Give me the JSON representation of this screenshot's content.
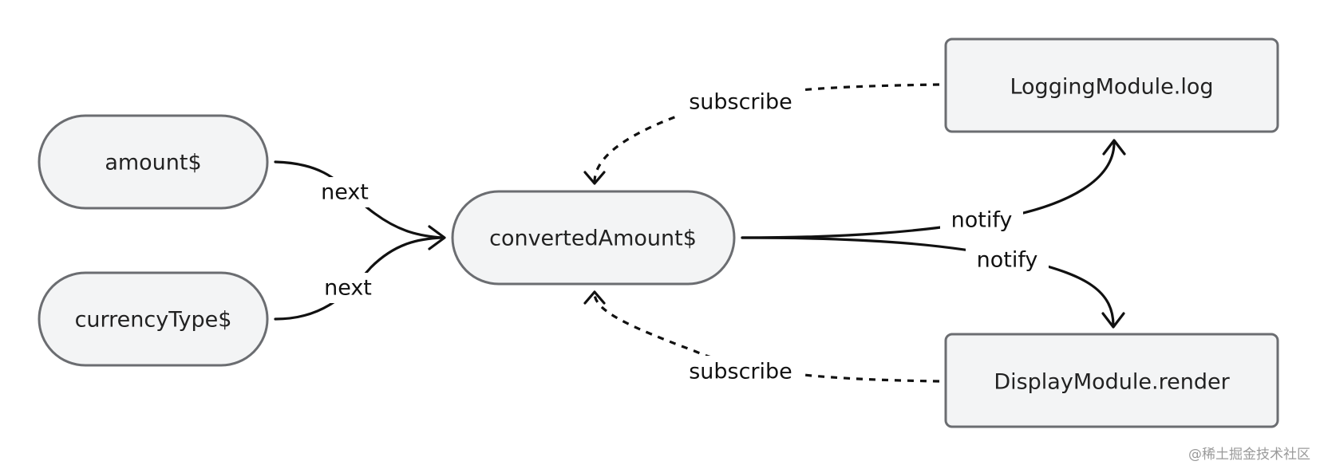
{
  "nodes": {
    "amount": "amount$",
    "currency_type": "currencyType$",
    "converted_amount": "convertedAmount$",
    "logging_module": "LoggingModule.log",
    "display_module": "DisplayModule.render"
  },
  "edges": {
    "amount_next": "next",
    "currency_next": "next",
    "notify_logging": "notify",
    "notify_display": "notify",
    "subscribe_logging": "subscribe",
    "subscribe_display": "subscribe"
  },
  "watermark": "@稀土掘金技术社区",
  "colors": {
    "node_fill": "#f3f4f5",
    "node_stroke": "#6b6d71",
    "line": "#111111",
    "watermark": "#9a9a9a"
  }
}
